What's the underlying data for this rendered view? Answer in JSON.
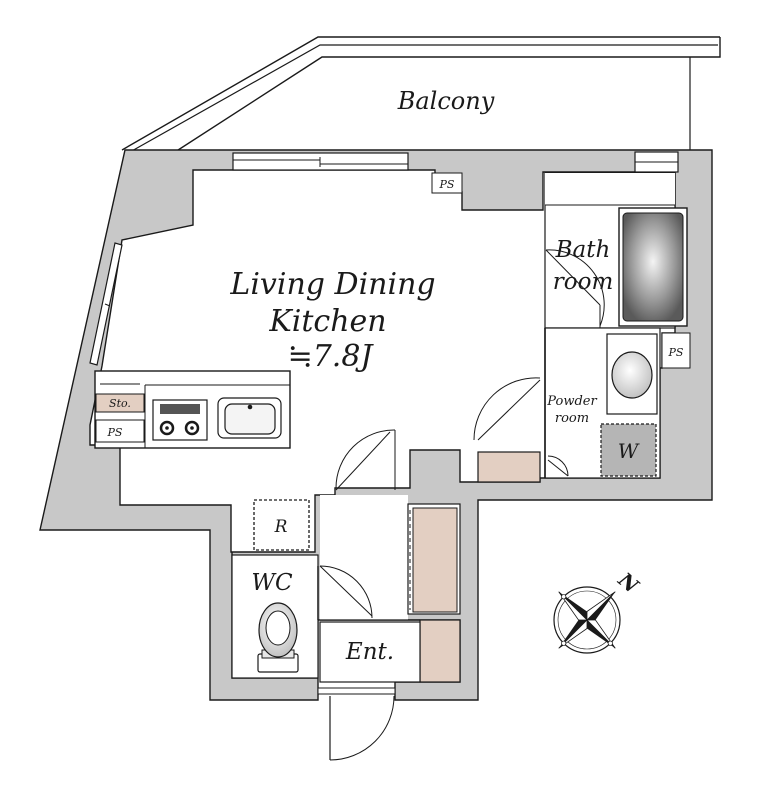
{
  "plan": {
    "rooms": {
      "balcony": "Balcony",
      "ldk_line1": "Living Dining",
      "ldk_line2": "Kitchen",
      "ldk_area": "≒7.8J",
      "bath_line1": "Bath",
      "bath_line2": "room",
      "powder_line1": "Powder",
      "powder_line2": "room",
      "wc": "WC",
      "entrance": "Ent."
    },
    "fixtures": {
      "ps_top": "PS",
      "ps_right": "PS",
      "ps_left": "PS",
      "storage": "Sto.",
      "refrigerator": "R",
      "washer": "W"
    },
    "compass": {
      "north": "N"
    },
    "colors": {
      "wall": "#c8c8c8",
      "outline": "#1a1a1a",
      "storage": "#e3cfc2",
      "washer_bg": "#b5b5b5"
    }
  }
}
